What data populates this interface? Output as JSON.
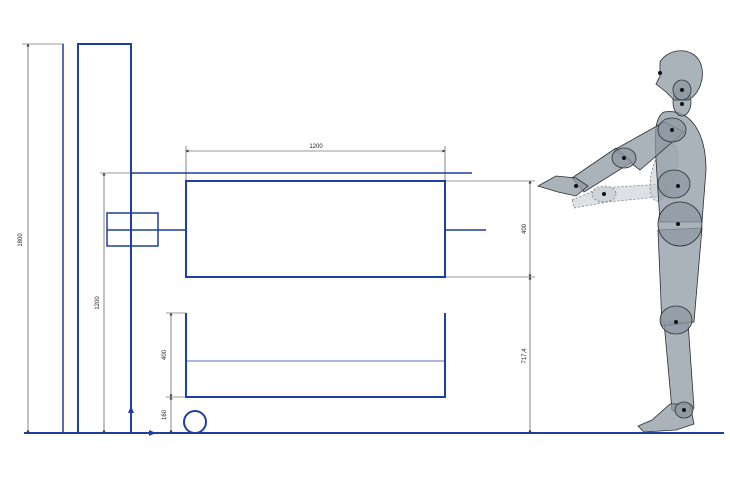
{
  "dimensions": {
    "total_height": "1800",
    "rail_height": "1200",
    "tank_length": "1200",
    "tank_height": "400",
    "bottom_clearance": "160",
    "upper_tank_height": "400",
    "working_height": "717,4"
  },
  "colors": {
    "structure": "#1f3fa0",
    "dimension_lines": "#333333",
    "figure_fill": "#8e98a3"
  }
}
